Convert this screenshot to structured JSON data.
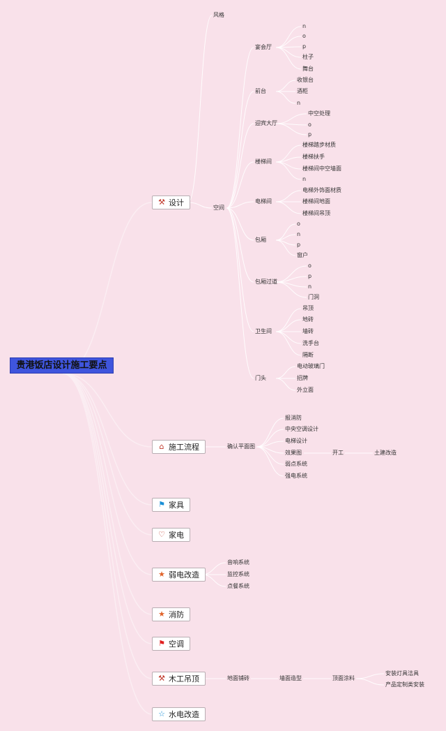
{
  "root": "贵港饭店设计施工要点",
  "branches": [
    {
      "key": "design",
      "label": "设计",
      "icon": "tools-icon",
      "glyph": "⚒",
      "color": "#c0392b"
    },
    {
      "key": "process",
      "label": "施工流程",
      "icon": "home-icon",
      "glyph": "⌂",
      "color": "#c0392b"
    },
    {
      "key": "furniture",
      "label": "家具",
      "icon": "flag-icon",
      "glyph": "⚑",
      "color": "#1a8fd6"
    },
    {
      "key": "appliance",
      "label": "家电",
      "icon": "heart-icon",
      "glyph": "♡",
      "color": "#c0392b"
    },
    {
      "key": "weak",
      "label": "弱电改造",
      "icon": "star-icon",
      "glyph": "★",
      "color": "#e0632a"
    },
    {
      "key": "fire",
      "label": "消防",
      "icon": "star-icon",
      "glyph": "★",
      "color": "#e0632a"
    },
    {
      "key": "ac",
      "label": "空调",
      "icon": "flag-icon",
      "glyph": "⚑",
      "color": "#e02020"
    },
    {
      "key": "carpentry",
      "label": "木工吊顶",
      "icon": "tools-icon",
      "glyph": "⚒",
      "color": "#c0392b"
    },
    {
      "key": "plumbing",
      "label": "水电改造",
      "icon": "star-outline-icon",
      "glyph": "☆",
      "color": "#1a8fd6"
    }
  ],
  "design": {
    "style": "风格",
    "space": "空间",
    "rooms": [
      {
        "label": "宴会厅",
        "items": [
          "n",
          "o",
          "p",
          "柱子",
          "舞台"
        ]
      },
      {
        "label": "前台",
        "items": [
          "收银台",
          "酒柜",
          "n"
        ]
      },
      {
        "label": "迎宾大厅",
        "items": [
          "中空处理",
          "o",
          "p"
        ]
      },
      {
        "label": "楼梯间",
        "items": [
          "楼梯踏步材质",
          "楼梯扶手",
          "楼梯间中空墙面",
          "n"
        ]
      },
      {
        "label": "电梯间",
        "items": [
          "电梯外饰面材质",
          "楼梯间地面",
          "楼梯间吊顶"
        ]
      },
      {
        "label": "包厢",
        "items": [
          "o",
          "n",
          "p",
          "窗户"
        ]
      },
      {
        "label": "包厢过道",
        "items": [
          "o",
          "p",
          "n",
          "门洞"
        ]
      },
      {
        "label": "卫生间",
        "items": [
          "吊顶",
          "地砖",
          "墙砖",
          "洗手台",
          "隔断"
        ]
      },
      {
        "label": "门头",
        "items": [
          "电动玻璃门",
          "招牌",
          "外立面"
        ]
      }
    ]
  },
  "process": {
    "confirm": "确认平面图",
    "items": [
      "报消防",
      "中央空调设计",
      "电梯设计",
      "效果图",
      "弱点系统",
      "强电系统"
    ],
    "start": "开工",
    "civil": "土建改造"
  },
  "weak": {
    "items": [
      "音响系统",
      "监控系统",
      "点餐系统"
    ]
  },
  "carpentry": {
    "steps": [
      "地面铺砖",
      "墙面造型",
      "顶面涂料"
    ],
    "final": [
      "安装灯具洁具",
      "产品定制类安装"
    ]
  }
}
